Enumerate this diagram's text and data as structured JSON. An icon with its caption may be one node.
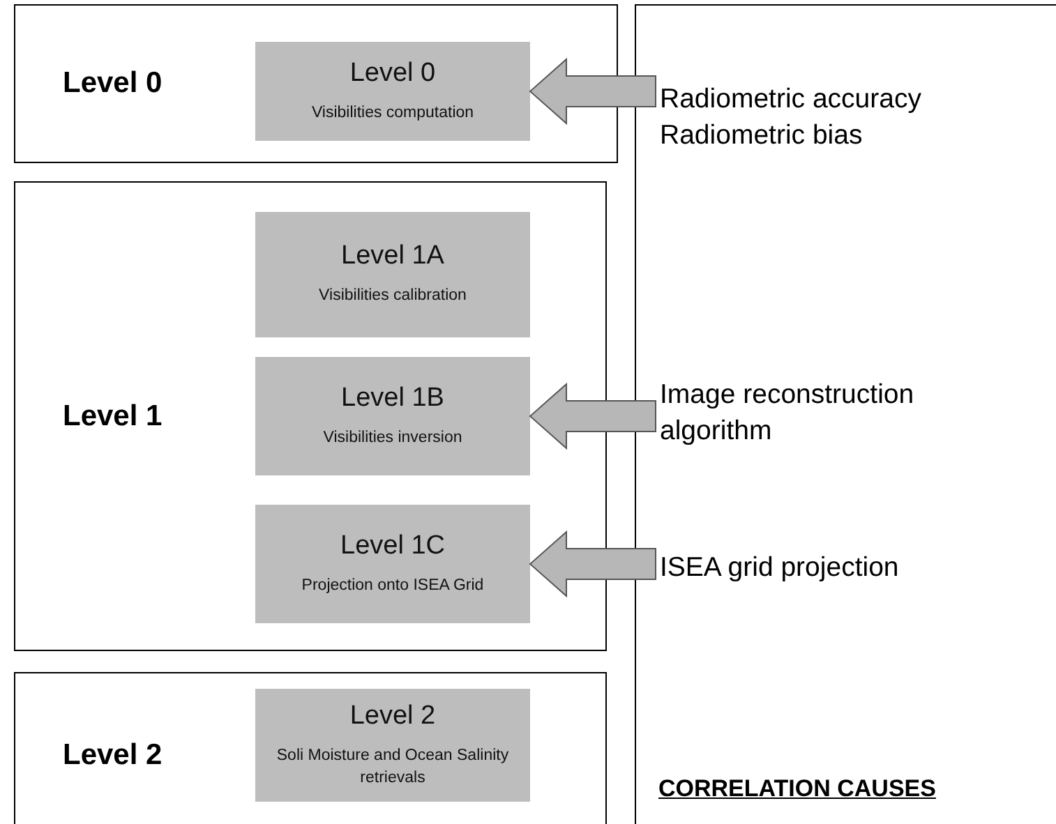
{
  "diagram": {
    "nodes": [
      {
        "text": [
          "Level 0"
        ]
      },
      {
        "text": [
          "Level 0",
          "Visibilities computation"
        ],
        "in": 0
      },
      {
        "text": [
          "Level 1"
        ]
      },
      {
        "text": [
          "Level 1A",
          "Visibilities calibration"
        ],
        "in": 2
      },
      {
        "text": [
          "Level 1B",
          "Visibilities inversion"
        ],
        "in": 2
      },
      {
        "text": [
          "Level 1C",
          "Projection onto ISEA Grid"
        ],
        "in": 2
      },
      {
        "text": [
          "Level 2"
        ]
      },
      {
        "text": [
          "Level 2",
          "Soli Moisture and Ocean Salinity retrievals"
        ],
        "in": 6
      },
      {
        "text": [
          "CORRELATION CAUSES"
        ]
      },
      {
        "text": [
          "Radiometric accuracy",
          "Radiometric bias"
        ],
        "in": 8
      },
      {
        "text": [
          "Image reconstruction algorithm"
        ],
        "in": 8
      },
      {
        "text": [
          "ISEA grid projection"
        ],
        "in": 8
      }
    ],
    "edges": [
      {
        "from": 9,
        "to": 1,
        "arrow": "to",
        "style": "thick"
      },
      {
        "from": 10,
        "to": 4,
        "arrow": "to",
        "style": "thick"
      },
      {
        "from": 11,
        "to": 5,
        "arrow": "to",
        "style": "thick"
      }
    ]
  }
}
